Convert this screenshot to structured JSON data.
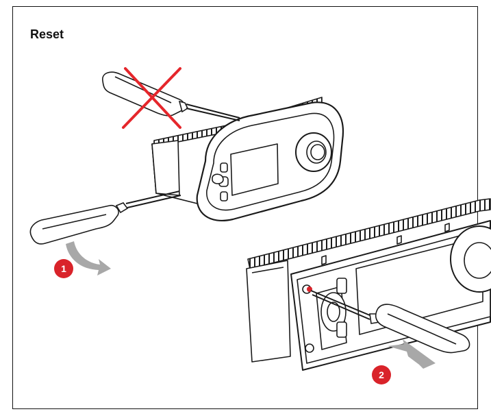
{
  "title": "Reset",
  "steps": [
    {
      "number": "1"
    },
    {
      "number": "2"
    }
  ],
  "colors": {
    "line": "#1a1a1a",
    "cross": "#e5262b",
    "badge": "#d9232a",
    "arrow": "#a8a8a8",
    "frame": "#111111"
  },
  "icons": [
    "screwdriver-icon",
    "cross-icon",
    "curved-arrow-icon",
    "straight-arrow-icon"
  ]
}
